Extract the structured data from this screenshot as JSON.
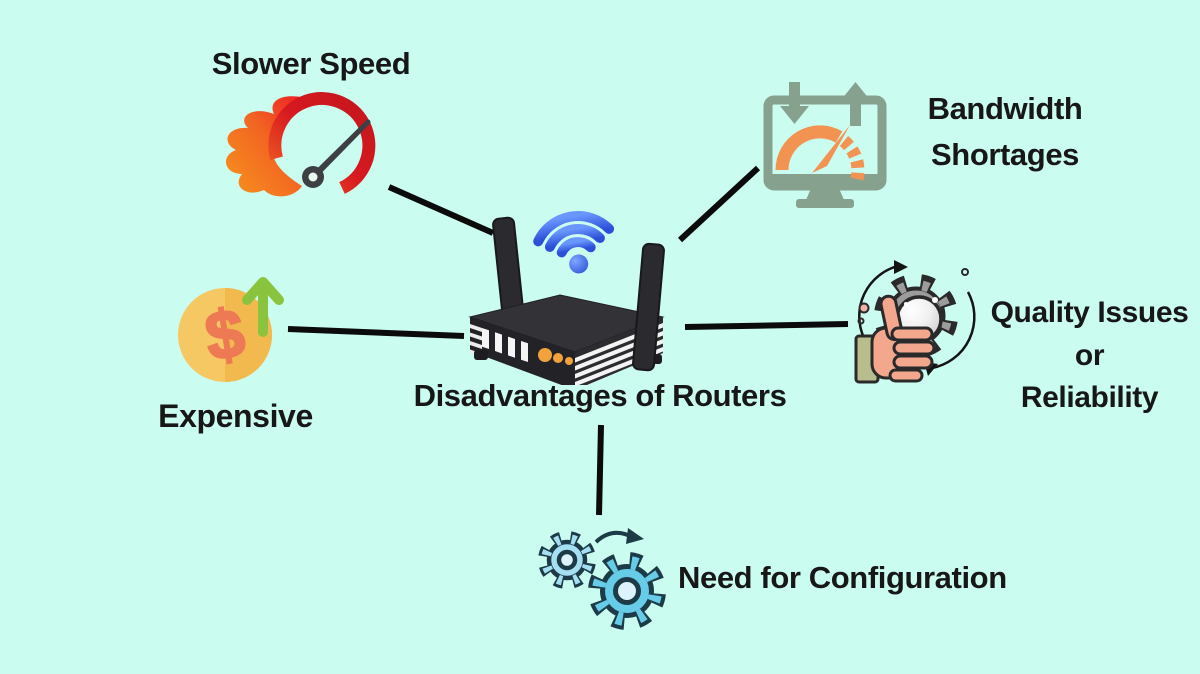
{
  "diagram": {
    "title": "Disadvantages of Routers",
    "center_icon": "wifi-router-icon",
    "nodes": [
      {
        "id": "slower-speed",
        "label": "Slower Speed",
        "icon": "flame-speedometer-icon",
        "position": "top-left"
      },
      {
        "id": "bandwidth-shortages",
        "label": "Bandwidth\nShortages",
        "icon": "bandwidth-monitor-icon",
        "position": "top-right"
      },
      {
        "id": "expensive",
        "label": "Expensive",
        "icon": "rising-cost-coin-icon",
        "position": "left"
      },
      {
        "id": "quality-issues",
        "label": "Quality Issues\nor\nReliability",
        "icon": "quality-gear-thumbs-up-icon",
        "position": "right"
      },
      {
        "id": "need-for-configuration",
        "label": "Need for Configuration",
        "icon": "configuration-gears-icon",
        "position": "bottom"
      }
    ],
    "colors": {
      "background": "#cbfcf0",
      "text": "#171717",
      "connector": "#0b0b0b",
      "flame_orange": "#f7941d",
      "speedometer_red": "#d71920",
      "needle_gray": "#3c4043",
      "monitor_sage": "#87a18f",
      "monitor_gauge_orange": "#f29352",
      "coin_gold": "#f6c863",
      "coin_gold_shadow": "#f1b94e",
      "dollar_orange": "#ee7a55",
      "arrow_green": "#8ac43f",
      "quality_gear_gray": "#9c9c9c",
      "hand_peach": "#f3a88e",
      "sleeve_olive": "#b8bd8e",
      "config_gear_small_blue": "#a5dff2",
      "config_gear_large_blue": "#66cce8",
      "config_gear_outline": "#1d3b47",
      "wifi_blue": "#2b4fd8",
      "router_body_dark": "#2b2b30"
    }
  }
}
